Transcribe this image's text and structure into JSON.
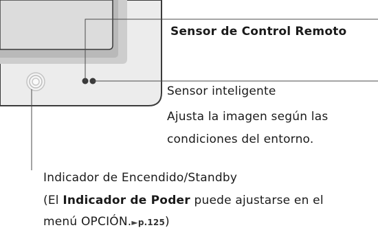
{
  "labels": {
    "remote_sensor": "Sensor de Control Remoto",
    "smart_sensor": "Sensor inteligente",
    "smart_sensor_desc_line1": "Ajusta la imagen según las",
    "smart_sensor_desc_line2": "condiciones del entorno.",
    "power_indicator": "Indicador de Encendido/Standby",
    "note_open": "(El ",
    "note_bold": "Indicador de Poder",
    "note_rest": " puede ajustarse en el",
    "note_line2": "menú OPCIÓN.",
    "page_ref_arrow": "►",
    "page_ref": "p.125",
    "note_close": ")"
  },
  "colors": {
    "frame_outer": "#ececec",
    "frame_inner": "#dedede",
    "screen": "#d6d6d6",
    "screen_shadow": "#b9b9b9",
    "outline": "#3a3a3a",
    "leader_line": "#4a4a4a"
  },
  "icons": {
    "power_indicator": "power-led-concentric-circles-icon",
    "remote_sensor": "twin-sensor-dots-icon"
  }
}
